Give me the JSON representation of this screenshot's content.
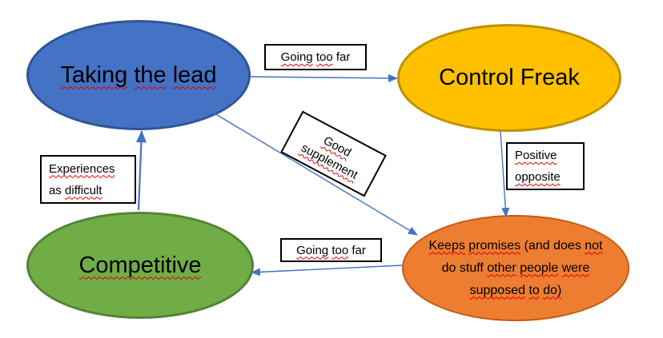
{
  "colors": {
    "background": "#FFFFFF",
    "arrow": "#4472C4",
    "squiggle": "#E00000",
    "text": "#000000",
    "box_bg": "#FFFFFF",
    "box_border": "#000000",
    "node_blue_fill": "#4472C4",
    "node_blue_border": "#2F5597",
    "node_gold_fill": "#FFC000",
    "node_gold_border": "#BF9000",
    "node_green_fill": "#70AD47",
    "node_green_border": "#548235",
    "node_orange_fill": "#ED7D31",
    "node_orange_border": "#C55A11"
  },
  "nodes": {
    "taking_the_lead": {
      "text": "Taking the lead",
      "fill": "#4472C4",
      "border": "#2F5597",
      "lines": [
        [
          {
            "t": "Taking",
            "sq": true
          },
          {
            "t": " "
          },
          {
            "t": "the",
            "sq": true
          },
          {
            "t": " "
          },
          {
            "t": "lead",
            "sq": true
          }
        ]
      ]
    },
    "control_freak": {
      "text": "Control Freak",
      "fill": "#FFC000",
      "border": "#BF9000",
      "lines": [
        [
          {
            "t": "Control Freak"
          }
        ]
      ]
    },
    "competitive": {
      "text": "Competitive",
      "fill": "#70AD47",
      "border": "#548235",
      "lines": [
        [
          {
            "t": "Competitive",
            "sq": true
          }
        ]
      ]
    },
    "keeps_promises": {
      "text": "Keeps promises (and does not do stuff other people were supposed to do)",
      "fill": "#ED7D31",
      "border": "#C55A11",
      "lines": [
        [
          {
            "t": "Keeps",
            "sq": true
          },
          {
            "t": " "
          },
          {
            "t": "promises",
            "sq": true
          },
          {
            "t": " (and does "
          },
          {
            "t": "not",
            "sq": true
          }
        ],
        [
          {
            "t": "do stuff "
          },
          {
            "t": "other",
            "sq": true
          },
          {
            "t": " "
          },
          {
            "t": "people",
            "sq": true
          },
          {
            "t": " "
          },
          {
            "t": "were",
            "sq": true
          }
        ],
        [
          {
            "t": "supposed",
            "sq": true
          },
          {
            "t": " "
          },
          {
            "t": "to",
            "sq": true
          },
          {
            "t": " "
          },
          {
            "t": "do)",
            "sq": true
          }
        ]
      ]
    }
  },
  "edge_labels": {
    "going_too_far_top": {
      "text": "Going too far",
      "lines": [
        [
          {
            "t": "Going",
            "sq": true
          },
          {
            "t": " "
          },
          {
            "t": "too",
            "sq": true
          },
          {
            "t": " far"
          }
        ]
      ]
    },
    "good_supplement": {
      "text": "Good supplement",
      "lines": [
        [
          {
            "t": "Good",
            "sq": true
          }
        ],
        [
          {
            "t": "supplement",
            "sq": true
          }
        ]
      ]
    },
    "positive_opposite": {
      "text": "Positive opposite",
      "lines": [
        [
          {
            "t": "Positive",
            "sq": true
          }
        ],
        [
          {
            "t": "opposite",
            "sq": true
          }
        ]
      ]
    },
    "experiences_as_difficult": {
      "text": "Experiences as difficult",
      "lines": [
        [
          {
            "t": "Experiences",
            "sq": true
          }
        ],
        [
          {
            "t": "as "
          },
          {
            "t": "difficult",
            "sq": true
          }
        ]
      ]
    },
    "going_too_far_bottom": {
      "text": "Going too far",
      "lines": [
        [
          {
            "t": "Going",
            "sq": true
          },
          {
            "t": " "
          },
          {
            "t": "too",
            "sq": true
          },
          {
            "t": " far"
          }
        ]
      ]
    }
  },
  "edges": [
    {
      "from": "Taking the lead",
      "to": "Control Freak",
      "label": "Going too far"
    },
    {
      "from": "Taking the lead",
      "to": "Keeps promises (and does not do stuff other people were supposed to do)",
      "label": "Good supplement"
    },
    {
      "from": "Control Freak",
      "to": "Keeps promises (and does not do stuff other people were supposed to do)",
      "label": "Positive opposite"
    },
    {
      "from": "Keeps promises (and does not do stuff other people were supposed to do)",
      "to": "Competitive",
      "label": "Going too far"
    },
    {
      "from": "Competitive",
      "to": "Taking the lead",
      "label": "Experiences as difficult"
    }
  ]
}
